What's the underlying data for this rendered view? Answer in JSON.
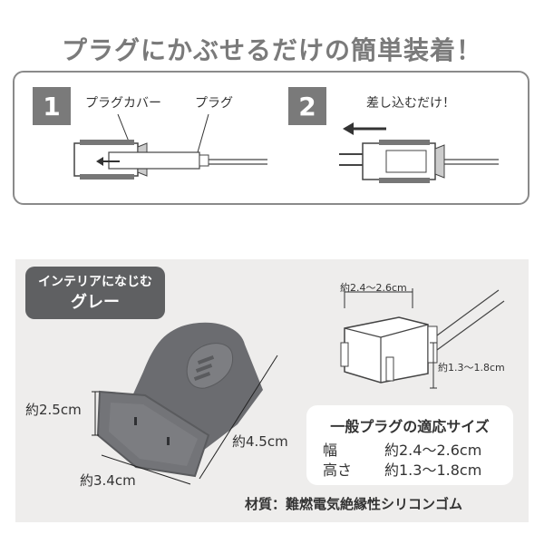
{
  "title": "プラグにかぶせるだけの簡単装着！",
  "steps": [
    {
      "number": "1",
      "labels": [
        "プラグカバー",
        "プラグ"
      ]
    },
    {
      "number": "2",
      "labels": [
        "差し込むだけ！"
      ]
    }
  ],
  "tag": {
    "line1": "インテリアになじむ",
    "line2": "グレー"
  },
  "cover_dims": {
    "height": "約2.5cm",
    "width": "約3.4cm",
    "length": "約4.5cm"
  },
  "plug_dims": {
    "width": "約2.4〜2.6cm",
    "height": "約1.3〜1.8cm"
  },
  "spec": {
    "title": "一般プラグの適応サイズ",
    "rows": [
      {
        "label": "幅",
        "value": "約2.4〜2.6cm"
      },
      {
        "label": "高さ",
        "value": "約1.3〜1.8cm"
      }
    ]
  },
  "material": "材質：難燃電気絶縁性シリコンゴム",
  "colors": {
    "badge": "#7a7a7a",
    "tag": "#5f6062",
    "panel": "#eeedec",
    "product": "#6b6c70"
  }
}
